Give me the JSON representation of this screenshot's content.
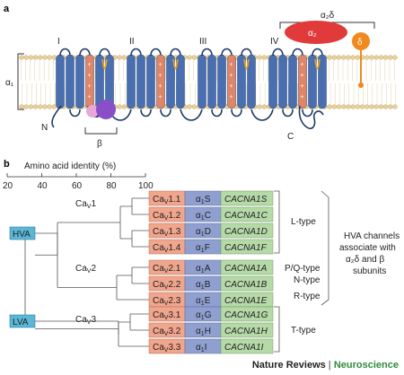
{
  "panel_a": {
    "label": "a",
    "alpha2delta_label": "α₂δ",
    "alpha2_label": "α₂",
    "delta_label": "δ",
    "alpha1_label": "α₁",
    "n_label": "N",
    "c_label": "C",
    "beta_label": "β",
    "domains": [
      "I",
      "II",
      "III",
      "IV"
    ],
    "colors": {
      "helix": "#4a6fb0",
      "s4_helix": "#e08566",
      "lipid_head": "#e7d29c",
      "loop": "#1f3b66",
      "alpha2": "#e03a3a",
      "delta": "#f08a1e",
      "beta_main": "#8a4fc7",
      "beta_small": "#e7a8d8"
    }
  },
  "panel_b": {
    "label": "b",
    "axis_title": "Amino acid identity (%)",
    "axis_ticks": [
      "20",
      "40",
      "60",
      "80",
      "100"
    ],
    "hva_label": "HVA",
    "lva_label": "LVA",
    "cav1_label": "CaV1",
    "cav2_label": "CaV2",
    "cav3_label": "CaV3",
    "rows": [
      {
        "cav": "CaV1.1",
        "alpha": "α1S",
        "gene": "CACNA1S"
      },
      {
        "cav": "CaV1.2",
        "alpha": "α1C",
        "gene": "CACNA1C"
      },
      {
        "cav": "CaV1.3",
        "alpha": "α1D",
        "gene": "CACNA1D"
      },
      {
        "cav": "CaV1.4",
        "alpha": "α1F",
        "gene": "CACNA1F"
      },
      {
        "cav": "CaV2.1",
        "alpha": "α1A",
        "gene": "CACNA1A"
      },
      {
        "cav": "CaV2.2",
        "alpha": "α1B",
        "gene": "CACNA1B"
      },
      {
        "cav": "CaV2.3",
        "alpha": "α1E",
        "gene": "CACNA1E"
      },
      {
        "cav": "CaV3.1",
        "alpha": "α1G",
        "gene": "CACNA1G"
      },
      {
        "cav": "CaV3.2",
        "alpha": "α1H",
        "gene": "CACNA1H"
      },
      {
        "cav": "CaV3.3",
        "alpha": "α1I",
        "gene": "CACNA1I"
      }
    ],
    "types": {
      "l": "L-type",
      "pq": "P/Q-type",
      "n": "N-type",
      "r": "R-type",
      "t": "T-type"
    },
    "hva_note": [
      "HVA channels",
      "associate with",
      "α₂δ and β",
      "subunits"
    ],
    "colors": {
      "cav_box": "#f0a58d",
      "alpha_box": "#8f9fd0",
      "gene_box": "#b6d9a8",
      "hva_box": "#5bb7d6"
    }
  },
  "footer": {
    "journal": "Nature Reviews",
    "separator": "|",
    "section": "Neuroscience"
  }
}
